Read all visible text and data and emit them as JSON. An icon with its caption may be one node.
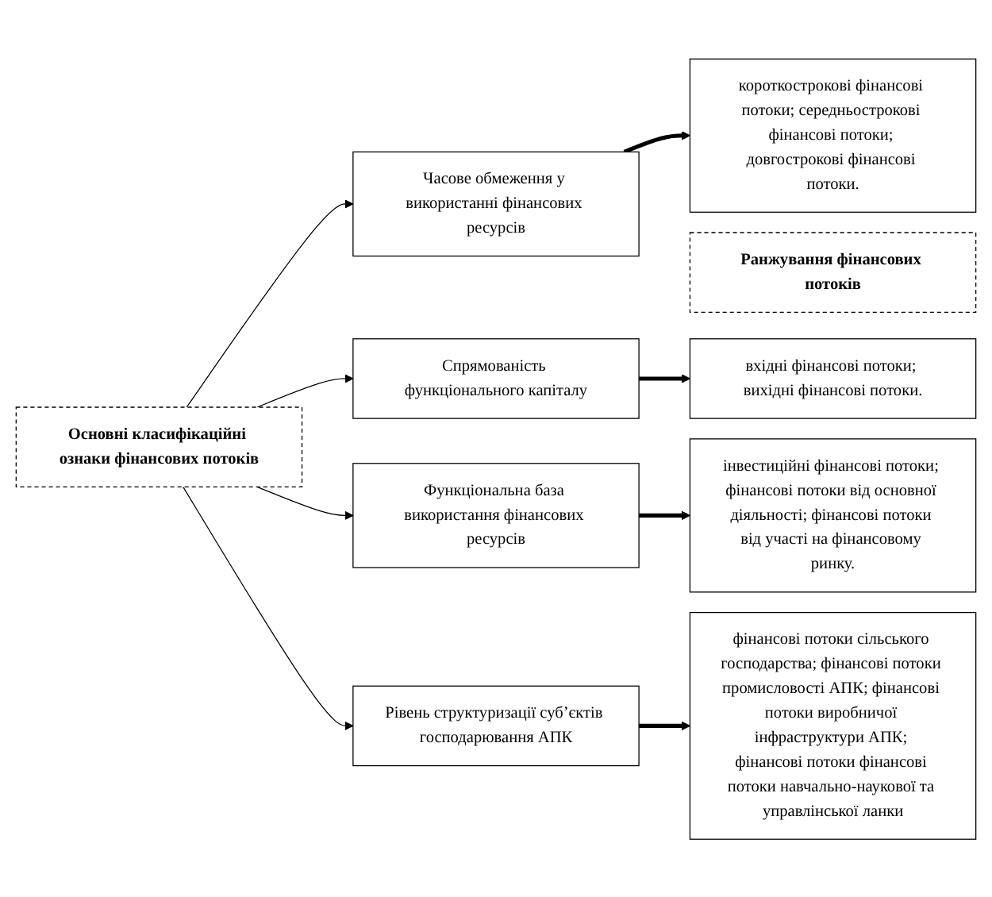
{
  "diagram": {
    "nodes": [
      {
        "text": [
          "Основні класифікаційні ознаки фінансових потоків"
        ]
      },
      {
        "text": [
          "Ранжування фінансових потоків"
        ]
      },
      {
        "text": [
          "Часове обмеження у використанні фінансових ресурсів"
        ]
      },
      {
        "text": [
          "Спрямованість функціонального капіталу"
        ]
      },
      {
        "text": [
          "Функціональна база використання фінансових ресурсів"
        ]
      },
      {
        "text": [
          "Рівень структуризації суб’єктів господарювання АПК"
        ]
      },
      {
        "text": [
          "короткострокові фінансові потоки; середньострокові фінансові потоки; довгострокові фінансові потоки."
        ]
      },
      {
        "text": [
          "вхідні фінансові потоки; вихідні фінансові потоки."
        ]
      },
      {
        "text": [
          "інвестиційні фінансові потоки; фінансові потоки від основної діяльності; фінансові потоки від участі на фінансовому ринку."
        ]
      },
      {
        "text": [
          "фінансові потоки сільського господарства; фінансові потоки промисловості АПК; фінансові потоки виробничої інфраструктури АПК; фінансові потоки фінансові потоки навчально-наукової та управлінської ланки"
        ]
      }
    ],
    "edges": [
      {
        "from": 0,
        "to": 2,
        "arrow": "to"
      },
      {
        "from": 0,
        "to": 3,
        "arrow": "to"
      },
      {
        "from": 0,
        "to": 4,
        "arrow": "to"
      },
      {
        "from": 0,
        "to": 5,
        "arrow": "to"
      },
      {
        "from": 2,
        "to": 6,
        "arrow": "to",
        "style": "thick"
      },
      {
        "from": 3,
        "to": 7,
        "arrow": "to",
        "style": "thick"
      },
      {
        "from": 4,
        "to": 8,
        "arrow": "to",
        "style": "thick"
      },
      {
        "from": 5,
        "to": 9,
        "arrow": "to",
        "style": "thick"
      }
    ]
  }
}
